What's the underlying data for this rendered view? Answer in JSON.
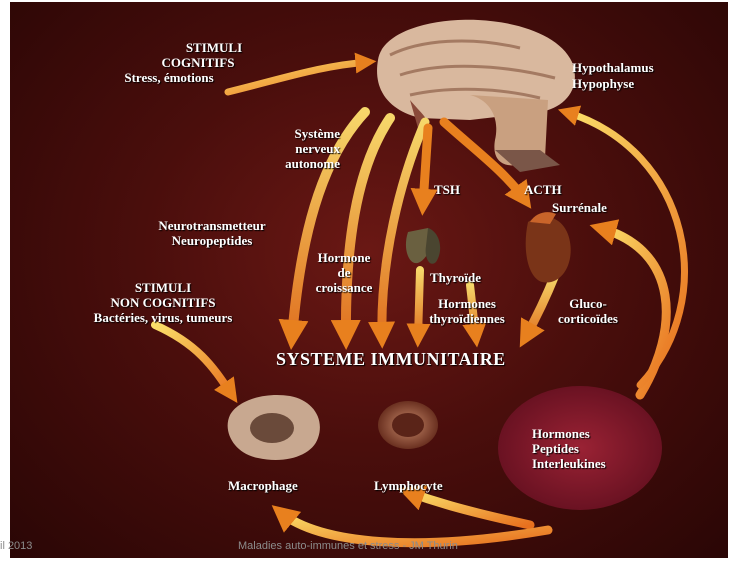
{
  "stimuli_cognitifs": {
    "line1": "STIMULI",
    "line2": "COGNITIFS",
    "line3": "Stress, émotions"
  },
  "hypothalamus": "Hypothalamus",
  "hypophyse": "Hypophyse",
  "systeme_nerveux": {
    "line1": "Système",
    "line2": "nerveux",
    "line3": "autonome"
  },
  "tsh": "TSH",
  "acth": "ACTH",
  "surrenale": "Surrénale",
  "neurotransmetteur": {
    "line1": "Neurotransmetteur",
    "line2": "Neuropeptides"
  },
  "hormone_croissance": {
    "line1": "Hormone",
    "line2": "de",
    "line3": "croissance"
  },
  "thyroide": "Thyroïde",
  "hormones_thyroidiennes": {
    "line1": "Hormones",
    "line2": "thyroïdiennes"
  },
  "glucocorticoides": {
    "line1": "Gluco-",
    "line2": "corticoïdes"
  },
  "stimuli_non_cognitifs": {
    "line1": "STIMULI",
    "line2": "NON COGNITIFS",
    "line3": "Bactéries, virus, tumeurs"
  },
  "systeme_immunitaire": "SYSTEME IMMUNITAIRE",
  "hormones_peptides": {
    "line1": "Hormones",
    "line2": "Peptides",
    "line3": "Interleukines"
  },
  "macrophage": "Macrophage",
  "lymphocyte": "Lymphocyte",
  "footer": {
    "left": "il 2013",
    "center": "Maladies auto-immunes et stress - JM Thurin"
  },
  "colors": {
    "background_dark": "#4a0e0c",
    "arrow_orange": "#e8822a",
    "arrow_yellow": "#f5d04a",
    "text": "#ffffff",
    "circle": "#8a1a2a"
  }
}
